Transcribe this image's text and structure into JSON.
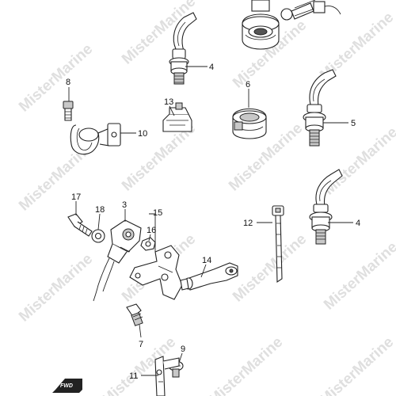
{
  "watermark": "MisterMarine",
  "fwd_badge": "FWD",
  "callouts": {
    "c4a": "4",
    "c8": "8",
    "c13": "13",
    "c6": "6",
    "c5": "5",
    "c10": "10",
    "c17": "17",
    "c18": "18",
    "c3": "3",
    "c15": "15",
    "c16": "16",
    "c12": "12",
    "c4b": "4",
    "c14": "14",
    "c7": "7",
    "c9": "9",
    "c11": "11"
  },
  "colors": {
    "line": "#222222",
    "watermark": "#dcdcdc",
    "background": "#ffffff"
  }
}
